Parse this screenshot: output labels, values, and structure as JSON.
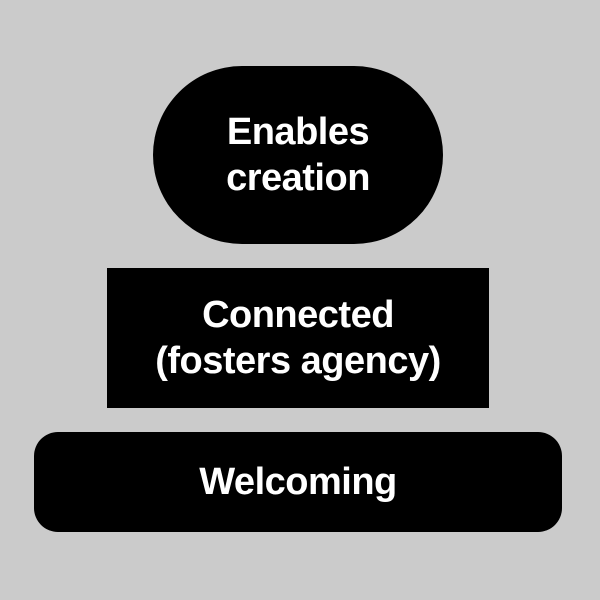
{
  "colors": {
    "background": "#cbcbcb",
    "shape_fill": "#000000",
    "text": "#ffffff"
  },
  "tiers": [
    {
      "label": "Enables\ncreation"
    },
    {
      "label": "Connected\n(fosters agency)"
    },
    {
      "label": "Welcoming"
    }
  ]
}
